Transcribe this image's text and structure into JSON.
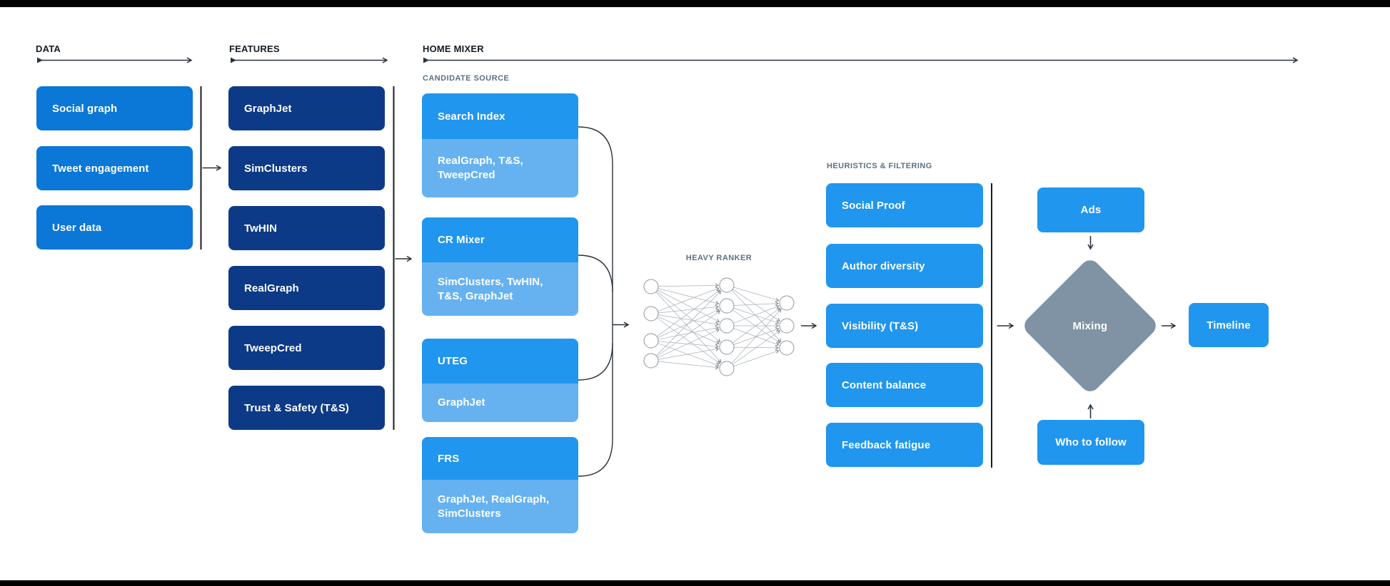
{
  "colors": {
    "bright_blue": "#2096ee",
    "medium_blue": "#0b77d6",
    "navy_blue": "#0c3a87",
    "light_blue": "#66b2f1",
    "diamond_gray": "#8093a5",
    "label_slate": "#5c7181",
    "header_dark": "#131c25",
    "line_dark": "#2b323a"
  },
  "headers": {
    "data": "DATA",
    "features": "FEATURES",
    "home_mixer": "HOME MIXER"
  },
  "sub_labels": {
    "candidate_source": "CANDIDATE SOURCE",
    "heavy_ranker": "HEAVY RANKER",
    "heuristics": "HEURISTICS & FILTERING"
  },
  "data_items": [
    "Social graph",
    "Tweet engagement",
    "User data"
  ],
  "feature_items": [
    "GraphJet",
    "SimClusters",
    "TwHIN",
    "RealGraph",
    "TweepCred",
    "Trust & Safety (T&S)"
  ],
  "candidate_cards": [
    {
      "title": "Search Index",
      "sources": "RealGraph, T&S, TweepCred"
    },
    {
      "title": "CR Mixer",
      "sources": "SimClusters, TwHIN, T&S, GraphJet"
    },
    {
      "title": "UTEG",
      "sources": "GraphJet"
    },
    {
      "title": "FRS",
      "sources": "GraphJet, RealGraph, SimClusters"
    }
  ],
  "heuristic_items": [
    "Social Proof",
    "Author diversity",
    "Visibility (T&S)",
    "Content balance",
    "Feedback fatigue"
  ],
  "mixer_nodes": {
    "ads": "Ads",
    "mixing": "Mixing",
    "who_to_follow": "Who to follow",
    "timeline": "Timeline"
  }
}
